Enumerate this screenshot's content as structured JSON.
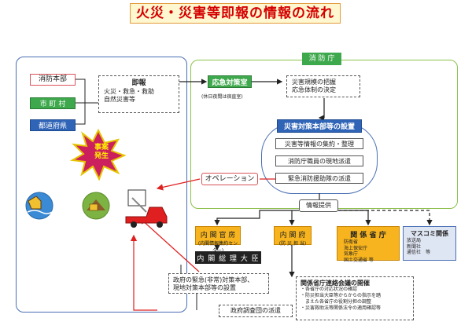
{
  "title": "火災・災害等即報の情報の流れ",
  "left_panel": {
    "fire_dept": "消防本部",
    "municipality": "市 町 村",
    "prefecture": "都道府県",
    "report_title": "即報",
    "report_line1": "火災・救急・救助",
    "report_line2": "自然災害等",
    "disaster_line1": "事案",
    "disaster_line2": "発生"
  },
  "fdma": {
    "label": "消 防 庁",
    "emergency_room": "応急対策室",
    "night_note": "(休日夜間は宿直室)",
    "assess_line1": "災害規模の把握",
    "assess_line2": "応急体制の決定",
    "hq_setup": "災害対策本部等の設置",
    "task1": "災害等情報の集約・整理",
    "task2": "消防庁職員の現地派遣",
    "task3": "緊急消防援助隊の派遣",
    "operation": "オペレーション",
    "info_provide": "情報提供"
  },
  "recipients": {
    "cabinet_secretariat": "内 閣 官 房",
    "cabinet_secretariat_sub": "(内閣情報集約センター)",
    "cabinet_office": "内 閣 府",
    "cabinet_office_sub": "(防 災 担 当)",
    "ministries": "関 係 省 庁",
    "ministries_items": [
      "防衛省",
      "海上保安庁",
      "気象庁",
      "国土交通省 等"
    ],
    "media": "マスコミ関係",
    "media_items": [
      "放送局",
      "新聞社",
      "通信社　等"
    ],
    "pm_office": "内 閣 総 理 大 臣"
  },
  "bottom": {
    "govt_hq_line1": "政府の緊急(非常)対策本部、",
    "govt_hq_line2": "現地対策本部等の設置",
    "survey_team": "政府調査団の派遣",
    "meeting_title": "関係省庁連絡会議の開催",
    "meeting_items": [
      "・各省庁の対応状況の確認",
      "・防災担当大臣等からからの指示を踏",
      "　まえた各省庁の役割分担の調整",
      "・災害救助法等関係法令の適用確認等"
    ]
  },
  "colors": {
    "title_red": "#d40000",
    "fdma_green": "#3ea84c",
    "hq_blue": "#2f64b7",
    "recipient_orange": "#f7b41e",
    "arrow_red": "#e02020"
  }
}
